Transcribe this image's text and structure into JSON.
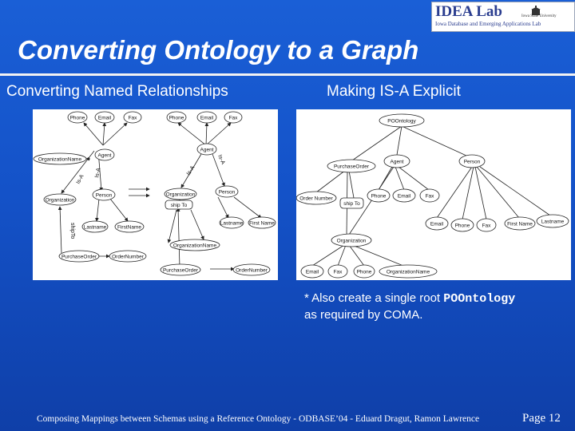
{
  "logo": {
    "title": "IDEA Lab",
    "subtitle": "Iowa Database and Emerging Applications Lab",
    "university": "Iowa State University"
  },
  "title": "Converting Ontology to a Graph",
  "subtitles": {
    "left": "Converting Named Relationships",
    "right": "Making IS-A Explicit"
  },
  "left_diagram": {
    "nodes": {
      "phone1": "Phone",
      "email1": "Email",
      "fax1": "Fax",
      "agent1": "Agent",
      "orgname1": "OrganizationName",
      "org1": "Organization",
      "person1": "Person",
      "lastname1": "Lastname",
      "firstname1": "FirstName",
      "purchaseorder1": "PurchaseOrder",
      "ordernumber1": "OrderNumber",
      "phone2": "Phone",
      "email2": "Email",
      "fax2": "Fax",
      "agent2": "Agent",
      "org2": "Organization",
      "person2": "Person",
      "shipto2": "ship To",
      "lastname2": "Lastname",
      "firstname2": "First Name",
      "orgname2": "OrganizationName",
      "purchaseorder2": "PurchaseOrder",
      "ordernumber2": "OrderNumber"
    },
    "edge_labels": {
      "isa_a": "Is-A",
      "isa_b": "Is-A",
      "isa_c": "Is-A",
      "isa_d": "Is-A",
      "shipto_edge": "shipTo"
    }
  },
  "right_diagram": {
    "nodes": {
      "root": "POOntology",
      "purchaseorder": "PurchaseOrder",
      "agent": "Agent",
      "person": "Person",
      "ordernumber": "Order Number",
      "shipto": "ship To",
      "phone_a": "Phone",
      "email_a": "Email",
      "fax_a": "Fax",
      "email_b": "Email",
      "phone_b": "Phone",
      "fax_b": "Fax",
      "firstname": "First Name",
      "lastname": "Lastname",
      "organization": "Organization",
      "email_c": "Email",
      "fax_c": "Fax",
      "phone_c": "Phone",
      "orgname": "OrganizationName"
    }
  },
  "note": {
    "line1": "* Also create a single root",
    "code": "POOntology",
    "line2": "as required by COMA."
  },
  "footer": {
    "citation": "Composing Mappings between Schemas using a Reference Ontology - ODBASE’04 - Eduard Dragut, Ramon Lawrence",
    "page": "Page 12"
  },
  "colors": {
    "background_top": "#1a5fd6",
    "background_bottom": "#0f3fa8",
    "text": "#ffffff"
  }
}
